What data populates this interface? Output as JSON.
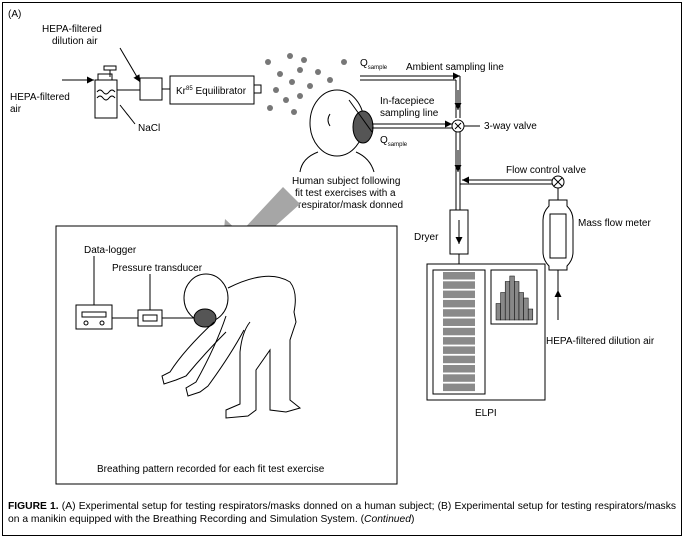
{
  "panel_label": "(A)",
  "labels": {
    "hepa_dilution_1": "HEPA-filtered",
    "hepa_dilution_2": "dilution air",
    "hepa_air_1": "HEPA-filtered",
    "hepa_air_2": "air",
    "nacl": "NaCl",
    "equilibrator_pre": "Kr",
    "equilibrator_sup": "85",
    "equilibrator_post": " Equilibrator",
    "q_sample_1": "Q",
    "q_sample_1_sub": "sample",
    "ambient_line": "Ambient sampling line",
    "infacepiece_1": "In-facepiece",
    "infacepiece_2": "sampling line",
    "q_sample_2": "Q",
    "q_sample_2_sub": "sample",
    "three_way_valve": "3-way valve",
    "subject_1": "Human subject following",
    "subject_2": "fit test exercises with a",
    "subject_3": "respirator/mask donned",
    "flow_control_valve": "Flow control valve",
    "mass_flow_meter": "Mass flow meter",
    "dryer": "Dryer",
    "data_logger": "Data-logger",
    "pressure_transducer": "Pressure transducer",
    "hepa_dilution_bottom": "HEPA-filtered dilution air",
    "elpi": "ELPI",
    "breathing_pattern": "Breathing pattern recorded for each fit test exercise"
  },
  "caption": {
    "figure_label": "FIGURE 1.",
    "text": " (A) Experimental setup for testing respirators/masks donned on a human subject; (B) Experimental setup for testing respirators/masks on a manikin equipped with the Breathing Recording and Simulation System. (",
    "continued": "Continued",
    "close": ")"
  },
  "colors": {
    "line": "#000000",
    "particle": "#777777",
    "mask": "#555555",
    "arrow": "#a6a6a6",
    "stage": "#8a8a8a"
  },
  "elpi_histogram": [
    3,
    5,
    7,
    8,
    7,
    5,
    4,
    2
  ]
}
